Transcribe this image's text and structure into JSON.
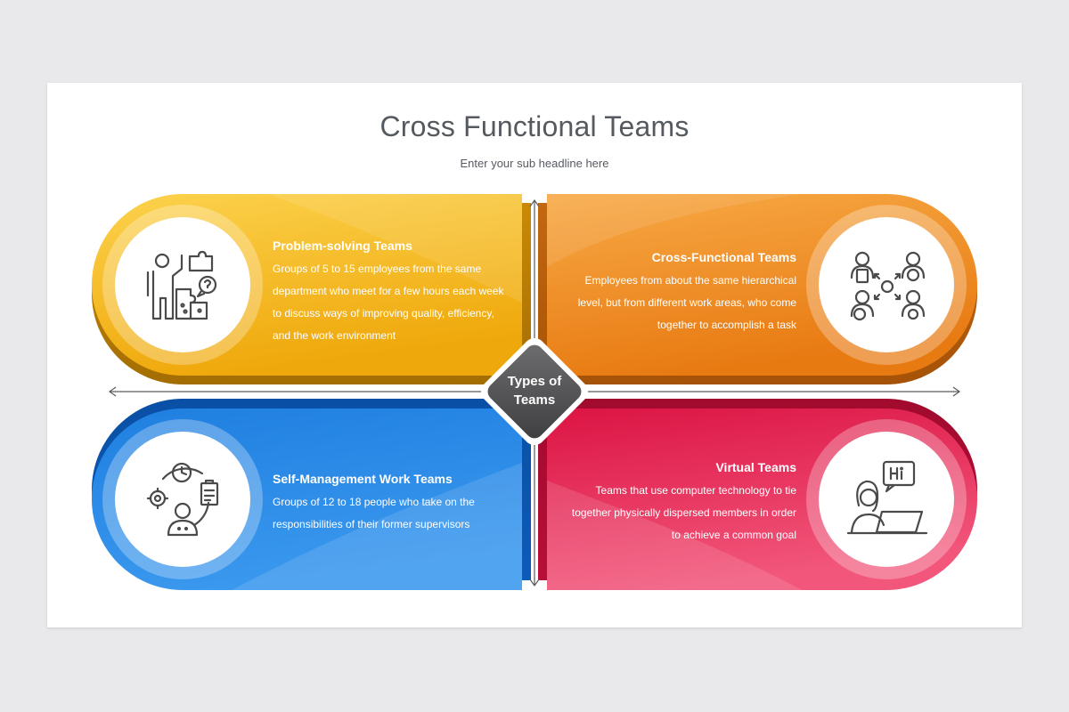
{
  "title": "Cross Functional Teams",
  "subtitle": "Enter your sub headline here",
  "center": {
    "line1": "Types of",
    "line2": "Teams"
  },
  "cards": [
    {
      "heading": "Problem-solving Teams",
      "body": "Groups of 5 to 15 employees from the same department who meet for a few hours each week to discuss ways of improving quality, efficiency, and the work environment",
      "icon": "presenter-puzzle-icon",
      "color": "#f2b21a"
    },
    {
      "heading": "Cross-Functional Teams",
      "body": "Employees from about the same hierarchical level, but from different work areas, who come together to accomplish a task",
      "icon": "team-network-icon",
      "color": "#ef8f22"
    },
    {
      "heading": "Self-Management Work Teams",
      "body": "Groups of 12 to 18 people who take on the responsibilities of their former supervisors",
      "icon": "self-management-icon",
      "color": "#1a78d6"
    },
    {
      "heading": "Virtual Teams",
      "body": "Teams that use computer technology to tie together physically dispersed members in order to achieve a common goal",
      "icon": "virtual-chat-icon",
      "color": "#e5224f"
    }
  ]
}
